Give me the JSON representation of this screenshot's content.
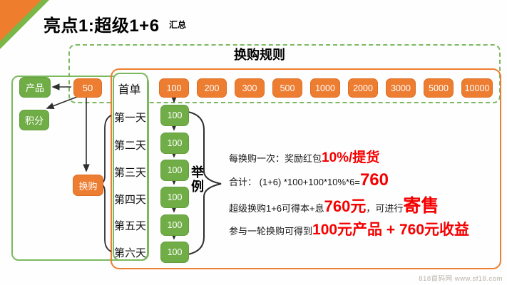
{
  "header": {
    "title": "亮点1:超级1+6",
    "subtitle": "汇总"
  },
  "rules": {
    "title": "换购规则"
  },
  "left_flow": {
    "product": "产品",
    "points": "积分",
    "first_amount": "50",
    "exchange": "换购"
  },
  "schedule": {
    "first_order": "首单",
    "days": [
      "第一天",
      "第二天",
      "第三天",
      "第四天",
      "第五天",
      "第六天"
    ]
  },
  "price_tiers": [
    "100",
    "200",
    "300",
    "500",
    "1000",
    "2000",
    "3000",
    "5000",
    "10000"
  ],
  "daily_ladder": [
    "100",
    "100",
    "100",
    "100",
    "100",
    "100"
  ],
  "example": {
    "label": "举例"
  },
  "notes": {
    "lines": [
      {
        "black": "每换购一次：奖励红包",
        "red": "10%/提货"
      },
      {
        "black": "合计： (1+6) *100+100*10%*6=",
        "red": "760"
      },
      {
        "black1": "超级换购1+6可得本+息",
        "red1": "760元",
        "black2": "，可进行",
        "red2": "寄售"
      },
      {
        "black": "参与一轮换购可得到",
        "red": "100元产品 + 760元收益"
      }
    ]
  },
  "watermark": "818首码网 www.sf18.com",
  "colors": {
    "orange": "#ED7D31",
    "green": "#70AD47",
    "outline_green": "#7CB95E",
    "highlight_red": "#F50000"
  }
}
